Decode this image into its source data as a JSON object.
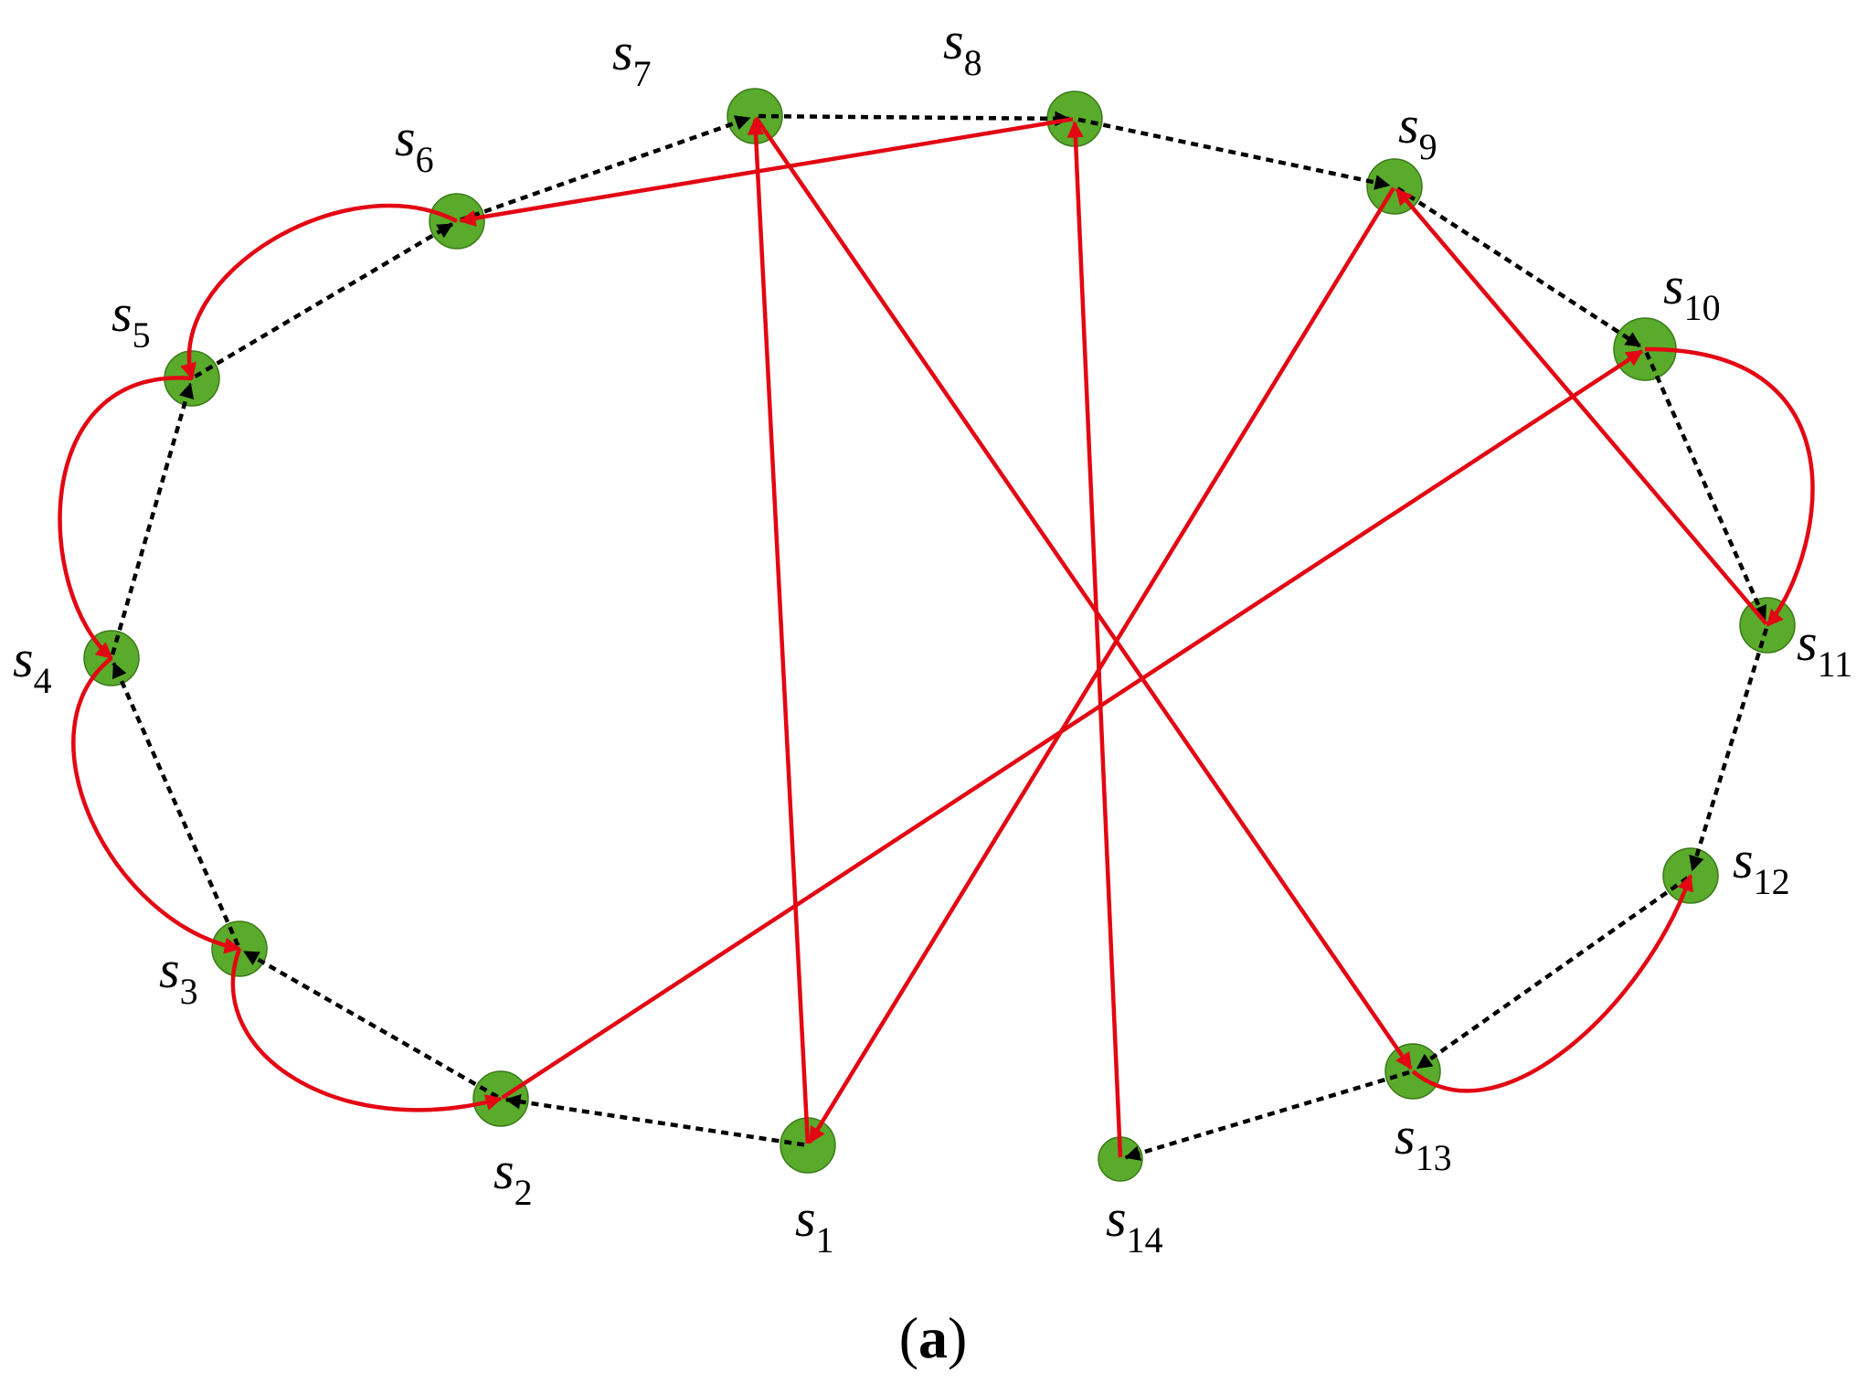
{
  "colors": {
    "node_fill": "#5aab2b",
    "node_stroke": "#3b7a1a",
    "cycle_edge": "#000000",
    "jump_edge": "#e30613"
  },
  "nodes": [
    {
      "id": "s1",
      "base": "s",
      "sub": "1"
    },
    {
      "id": "s2",
      "base": "s",
      "sub": "2"
    },
    {
      "id": "s3",
      "base": "s",
      "sub": "3"
    },
    {
      "id": "s4",
      "base": "s",
      "sub": "4"
    },
    {
      "id": "s5",
      "base": "s",
      "sub": "5"
    },
    {
      "id": "s6",
      "base": "s",
      "sub": "6"
    },
    {
      "id": "s7",
      "base": "s",
      "sub": "7"
    },
    {
      "id": "s8",
      "base": "s",
      "sub": "8"
    },
    {
      "id": "s9",
      "base": "s",
      "sub": "9"
    },
    {
      "id": "s10",
      "base": "s",
      "sub": "10"
    },
    {
      "id": "s11",
      "base": "s",
      "sub": "11"
    },
    {
      "id": "s12",
      "base": "s",
      "sub": "12"
    },
    {
      "id": "s13",
      "base": "s",
      "sub": "13"
    },
    {
      "id": "s14",
      "base": "s",
      "sub": "14"
    }
  ],
  "cycle_edges": [
    {
      "from": "s1",
      "to": "s2"
    },
    {
      "from": "s2",
      "to": "s3"
    },
    {
      "from": "s3",
      "to": "s4"
    },
    {
      "from": "s4",
      "to": "s5"
    },
    {
      "from": "s5",
      "to": "s6"
    },
    {
      "from": "s6",
      "to": "s7"
    },
    {
      "from": "s7",
      "to": "s8"
    },
    {
      "from": "s8",
      "to": "s9"
    },
    {
      "from": "s9",
      "to": "s10"
    },
    {
      "from": "s10",
      "to": "s11"
    },
    {
      "from": "s11",
      "to": "s12"
    },
    {
      "from": "s12",
      "to": "s13"
    },
    {
      "from": "s13",
      "to": "s14"
    }
  ],
  "jump_edges": [
    {
      "from": "s1",
      "to": "s7",
      "style": "straight"
    },
    {
      "from": "s7",
      "to": "s13",
      "style": "straight"
    },
    {
      "from": "s13",
      "to": "s12",
      "style": "curved"
    },
    {
      "from": "s14",
      "to": "s8",
      "style": "straight"
    },
    {
      "from": "s8",
      "to": "s6",
      "style": "straight"
    },
    {
      "from": "s6",
      "to": "s5",
      "style": "curved"
    },
    {
      "from": "s5",
      "to": "s4",
      "style": "curved"
    },
    {
      "from": "s4",
      "to": "s3",
      "style": "curved"
    },
    {
      "from": "s3",
      "to": "s2",
      "style": "curved"
    },
    {
      "from": "s2",
      "to": "s10",
      "style": "straight"
    },
    {
      "from": "s10",
      "to": "s11",
      "style": "curved"
    },
    {
      "from": "s11",
      "to": "s9",
      "style": "straight"
    },
    {
      "from": "s9",
      "to": "s1",
      "style": "straight"
    }
  ],
  "caption": {
    "open": "(",
    "letter": "a",
    "close": ")"
  }
}
